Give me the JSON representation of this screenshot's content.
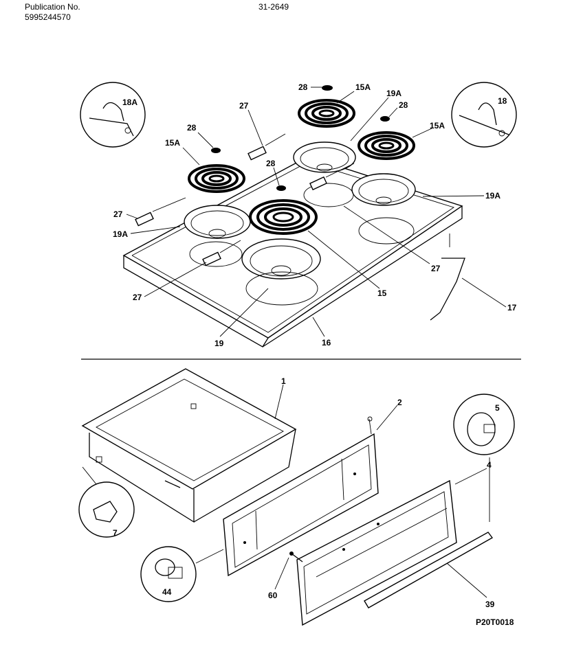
{
  "header": {
    "publication_label": "Publication No.",
    "publication_number": "5995244570",
    "reference": "31-2649"
  },
  "figure_code": "P20T0018",
  "callouts": {
    "c28a": "28",
    "c15a_top": "15A",
    "c19a_top": "19A",
    "c27_top": "27",
    "c28b": "28",
    "c15a_right": "15A",
    "c18a": "18A",
    "c18": "18",
    "c28c": "28",
    "c15a_left": "15A",
    "c28d": "28",
    "c19a_right": "19A",
    "c27_left": "27",
    "c19a_left": "19A",
    "c27_right": "27",
    "c17": "17",
    "c27_bottom": "27",
    "c15": "15",
    "c19": "19",
    "c16": "16",
    "c1": "1",
    "c2": "2",
    "c5": "5",
    "c4": "4",
    "c7": "7",
    "c44": "44",
    "c60": "60",
    "c39": "39"
  }
}
